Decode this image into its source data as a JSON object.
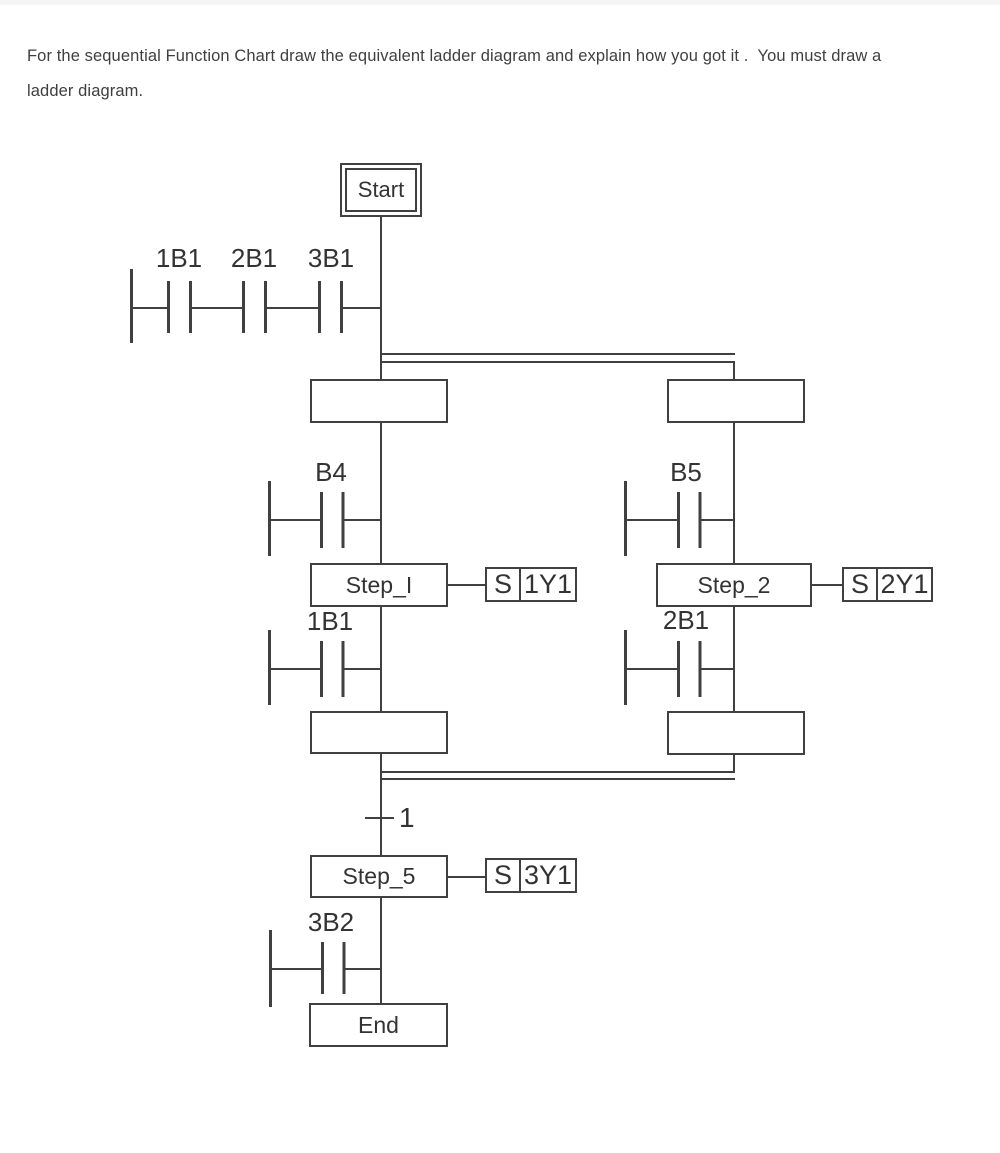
{
  "question": {
    "line1": "For the sequential Function Chart draw the equivalent ladder diagram and explain how you got it .  You must draw a",
    "line2": "ladder diagram."
  },
  "diagram": {
    "start_label": "Start",
    "end_label": "End",
    "initial_contacts": [
      "1B1",
      "2B1",
      "3B1"
    ],
    "left_branch": {
      "entry_contact": "B4",
      "step": "Step_I",
      "qualifier": "S",
      "action": "1Y1",
      "exit_contact": "1B1"
    },
    "right_branch": {
      "entry_contact": "B5",
      "step": "Step_2",
      "qualifier": "S",
      "action": "2Y1",
      "exit_contact": "2B1"
    },
    "merge_transition": "1",
    "final_sequence": {
      "step": "Step_5",
      "qualifier": "S",
      "action": "3Y1",
      "exit_contact": "3B2"
    }
  },
  "colors": {
    "line": "#404040",
    "text": "#333333",
    "page_bg": "#ffffff",
    "topbar_bg": "#f5f5f6"
  }
}
